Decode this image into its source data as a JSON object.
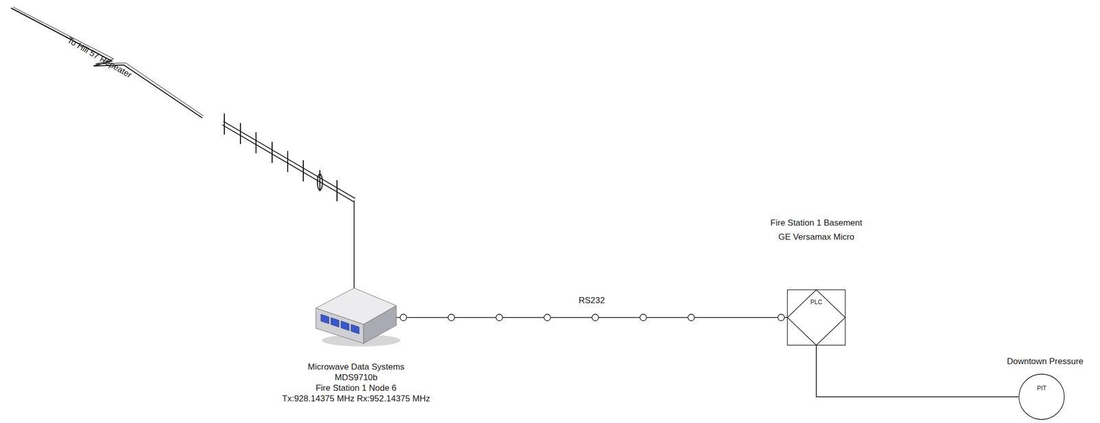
{
  "diagram": {
    "nodes": [
      {
        "text": [
          "Microwave Data Systems",
          "MDS9710b",
          "Fire Station 1 Node 6",
          "Tx:928.14375 MHz Rx:952.14375 MHz"
        ]
      },
      {
        "text": [
          "Fire Station 1 Basement",
          "GE Versamax Micro",
          "PLC"
        ]
      },
      {
        "text": [
          "Downtown Pressure",
          "PIT"
        ]
      }
    ],
    "edges": [
      {
        "from": 0,
        "to": 1,
        "label": "RS232",
        "arrow": "none"
      },
      {
        "from": 1,
        "to": 2,
        "arrow": "none"
      }
    ],
    "labels": [
      "To Hill 57 Repeater"
    ]
  }
}
